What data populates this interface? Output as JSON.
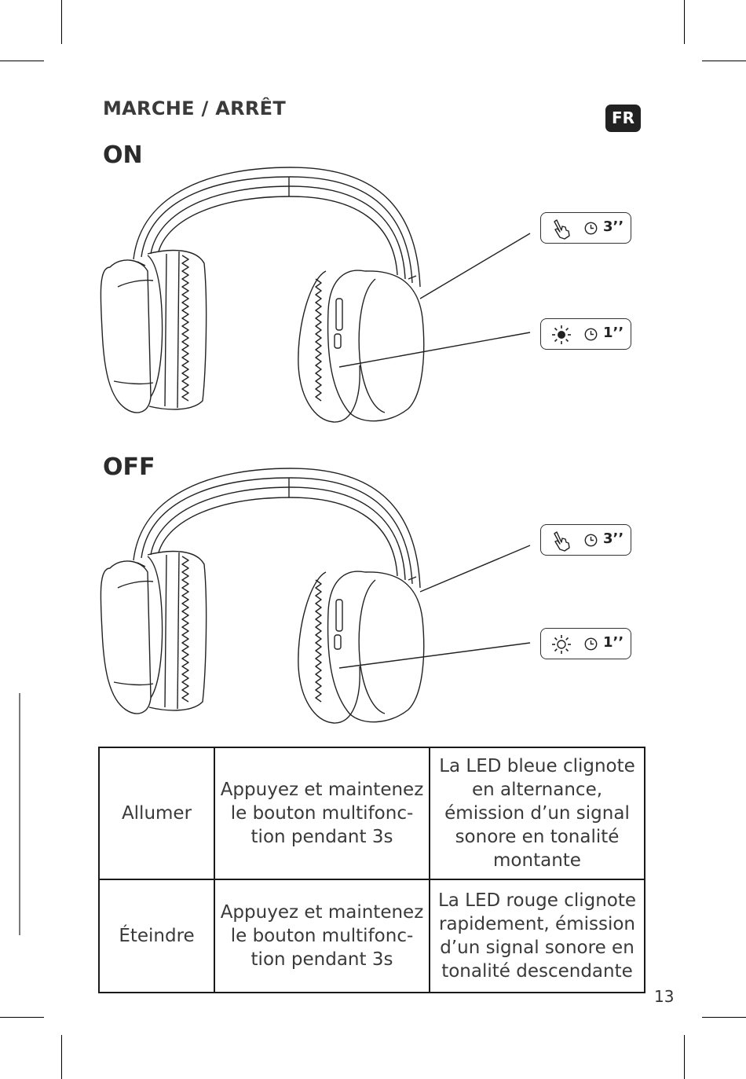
{
  "header": {
    "section_title": "MARCHE / ARRÊT",
    "language_badge": "FR"
  },
  "figures": [
    {
      "state_label": "ON",
      "callouts": [
        {
          "icon": "hand-press-icon",
          "duration": "3’’"
        },
        {
          "icon": "led-light-icon",
          "duration": "1’’"
        }
      ]
    },
    {
      "state_label": "OFF",
      "callouts": [
        {
          "icon": "hand-press-icon",
          "duration": "3’’"
        },
        {
          "icon": "led-light-icon",
          "duration": "1’’"
        }
      ]
    }
  ],
  "table": {
    "rows": [
      {
        "action": "Allumer",
        "instruction": "Appuyez et maintenez le bouton multifonc-tion pendant 3s",
        "result": "La LED bleue clignote en alternance, émission d’un signal sonore en tonalité montante"
      },
      {
        "action": "Éteindre",
        "instruction": "Appuyez et maintenez le bouton multifonc-tion pendant 3s",
        "result": "La LED rouge clignote rapidement, émission d’un signal sonore en tonalité descendante"
      }
    ]
  },
  "footer": {
    "page_number": "13"
  }
}
